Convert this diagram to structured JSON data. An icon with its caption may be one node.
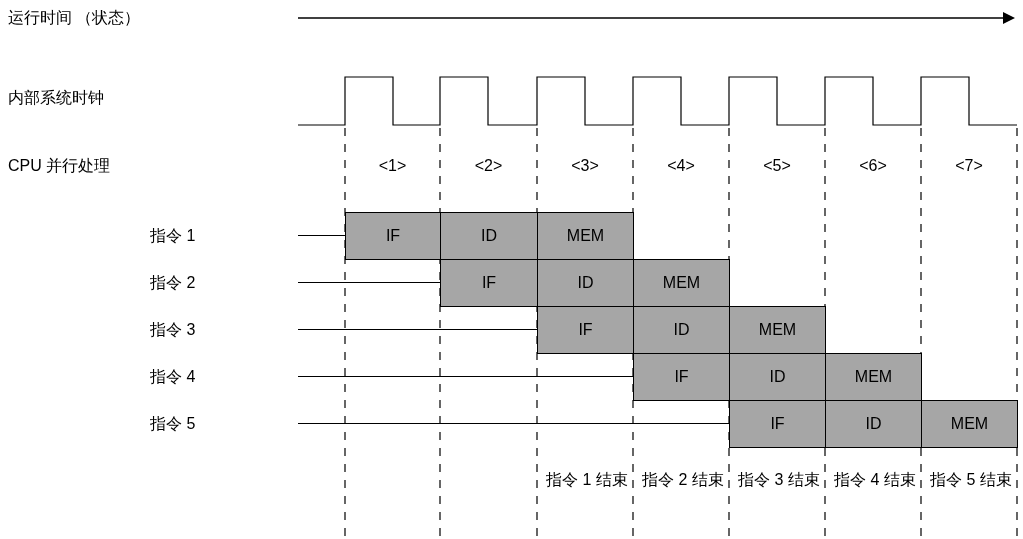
{
  "diagram": {
    "labels": [
      "运行时间 （状态）",
      "内部系统时钟",
      "CPU 并行处理",
      "<1>",
      "<2>",
      "<3>",
      "<4>",
      "<5>",
      "<6>",
      "<7>",
      "指令 1",
      "IF",
      "ID",
      "MEM",
      "指令 2",
      "IF",
      "ID",
      "MEM",
      "指令 3",
      "IF",
      "ID",
      "MEM",
      "指令 4",
      "IF",
      "ID",
      "MEM",
      "指令 5",
      "IF",
      "ID",
      "MEM",
      "指令 1 结束",
      "指令 2 结束",
      "指令 3 结束",
      "指令 4 结束",
      "指令 5 结束"
    ]
  }
}
